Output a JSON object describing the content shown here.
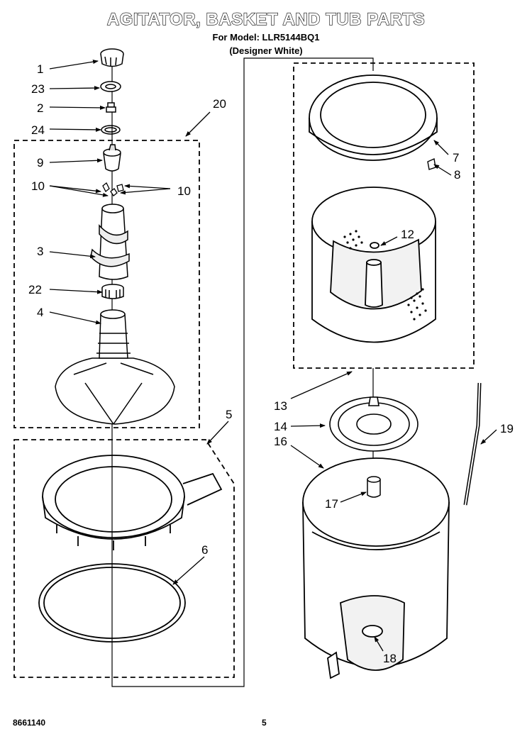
{
  "header": {
    "title": "AGITATOR, BASKET AND TUB PARTS",
    "model": "For Model: LLR5144BQ1",
    "variant": "(Designer White)"
  },
  "footer": {
    "doc_number": "8661140",
    "page_number": "5"
  },
  "callouts": {
    "c1": "1",
    "c23": "23",
    "c2": "2",
    "c24": "24",
    "c20": "20",
    "c9": "9",
    "c10a": "10",
    "c10b": "10",
    "c3": "3",
    "c22": "22",
    "c4": "4",
    "c5": "5",
    "c6": "6",
    "c7": "7",
    "c8": "8",
    "c12": "12",
    "c13": "13",
    "c14": "14",
    "c16": "16",
    "c19": "19",
    "c17": "17",
    "c18": "18"
  }
}
